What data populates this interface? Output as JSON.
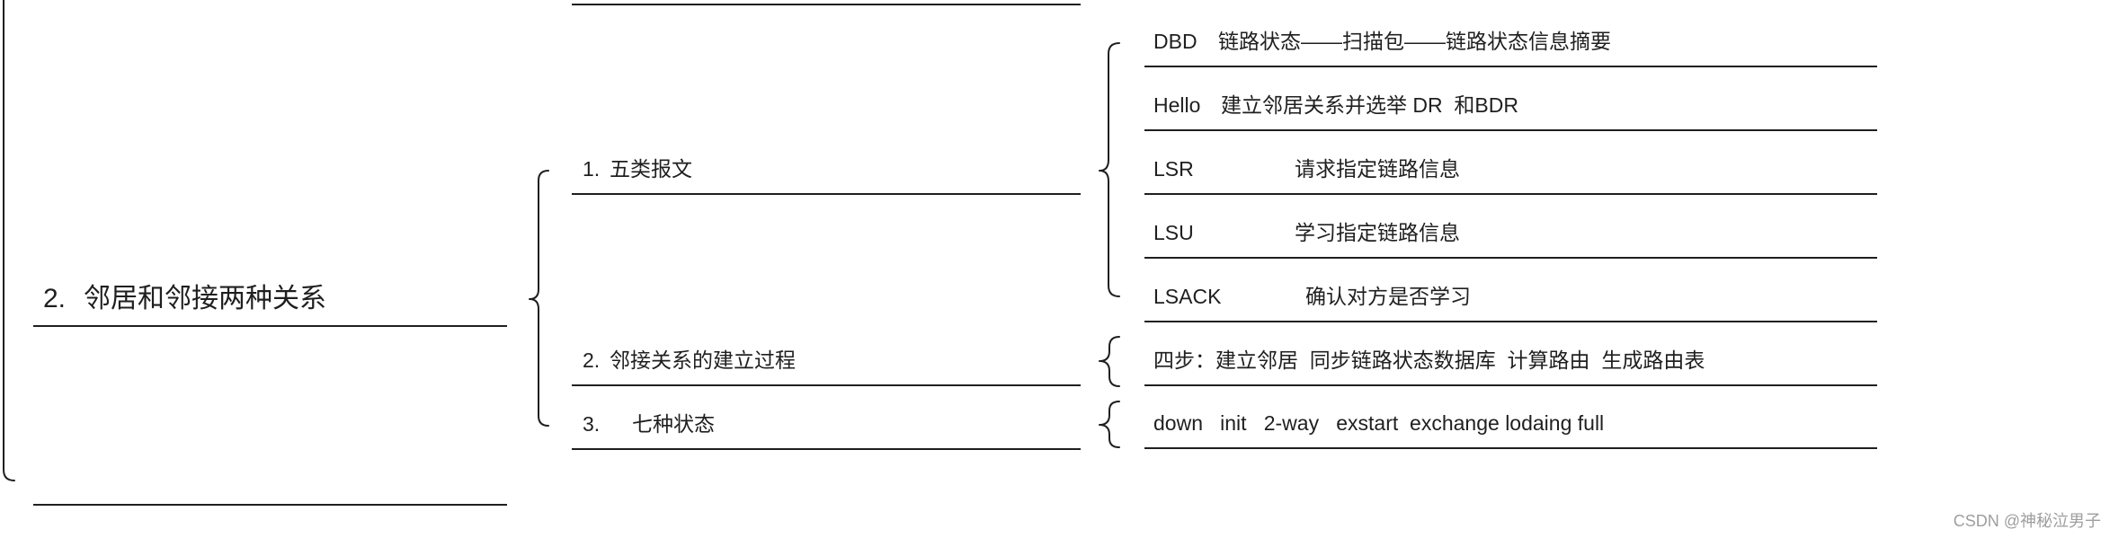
{
  "root": {
    "number": "2.",
    "label": "邻居和邻接两种关系"
  },
  "branches": [
    {
      "number": "1.",
      "label": "五类报文",
      "children": [
        {
          "key": "DBD",
          "desc": "链路状态——扫描包——链路状态信息摘要"
        },
        {
          "key": "Hello",
          "desc": "建立邻居关系并选举 DR  和BDR"
        },
        {
          "key": "LSR",
          "desc": "请求指定链路信息"
        },
        {
          "key": "LSU",
          "desc": "学习指定链路信息"
        },
        {
          "key": "LSACK",
          "desc": "确认对方是否学习"
        }
      ]
    },
    {
      "number": "2.",
      "label": "邻接关系的建立过程",
      "children": [
        {
          "text": "四步：建立邻居  同步链路状态数据库  计算路由  生成路由表"
        }
      ]
    },
    {
      "number": "3.",
      "label": "七种状态",
      "children": [
        {
          "text": "down   init   2-way   exstart  exchange lodaing full"
        }
      ]
    }
  ],
  "watermark": "CSDN @神秘泣男子",
  "colors": {
    "ink": "#1f1f1f",
    "watermark": "#9e9e9e",
    "background": "#ffffff"
  }
}
